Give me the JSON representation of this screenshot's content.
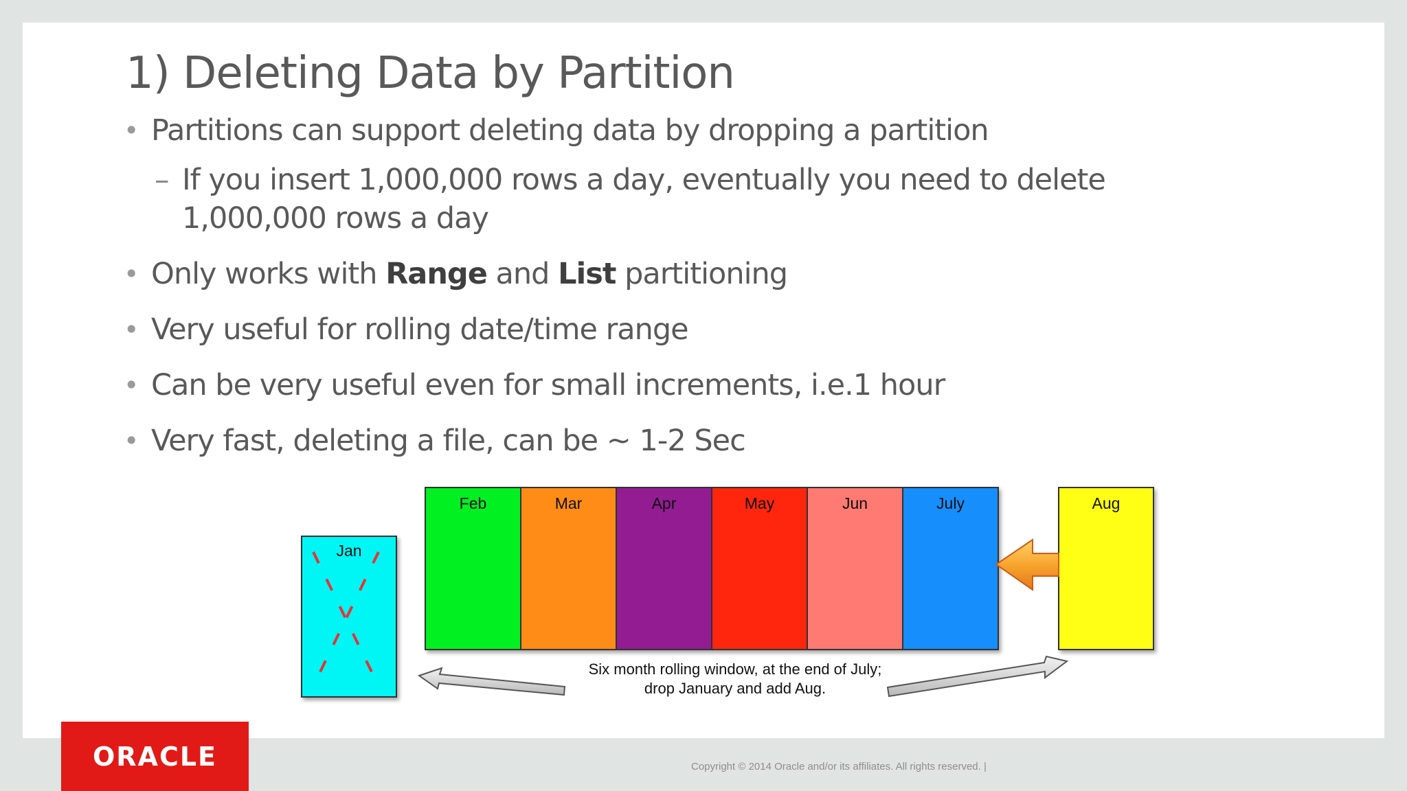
{
  "slide": {
    "title": "1) Deleting Data by Partition",
    "bullets": [
      {
        "text": "Partitions can support deleting data by dropping a partition"
      },
      {
        "sub": [
          "If you insert 1,000,000 rows a day, eventually you need to delete",
          "1,000,000 rows a day"
        ]
      },
      {
        "parts": [
          "Only works with ",
          "Range",
          " and ",
          "List",
          " partitioning"
        ]
      },
      {
        "text": "Very useful for rolling date/time range"
      },
      {
        "text": "Can be very useful even for small increments, i.e.1 hour"
      },
      {
        "text": "Very fast, deleting a file, can be ~ 1-2 Sec"
      }
    ]
  },
  "diagram": {
    "dropped": {
      "label": "Jan",
      "color": "#00f5f5"
    },
    "partitions": [
      {
        "label": "Feb",
        "color": "#00f020"
      },
      {
        "label": "Mar",
        "color": "#ff8c14"
      },
      {
        "label": "Apr",
        "color": "#931f92"
      },
      {
        "label": "May",
        "color": "#ff2610"
      },
      {
        "label": "Jun",
        "color": "#ff7a73"
      },
      {
        "label": "July",
        "color": "#138efc"
      }
    ],
    "added": {
      "label": "Aug",
      "color": "#ffff14"
    },
    "caption": [
      "Six month rolling window, at the end of July;",
      "drop January and add Aug."
    ]
  },
  "footer": {
    "logo": "ORACLE",
    "copyright": "Copyright © 2014 Oracle and/or its affiliates. All rights reserved.  |"
  },
  "colors": {
    "background": "#e0e4e3",
    "slide": "#ffffff",
    "text": "#595959",
    "oracle_red": "#e21a17"
  }
}
